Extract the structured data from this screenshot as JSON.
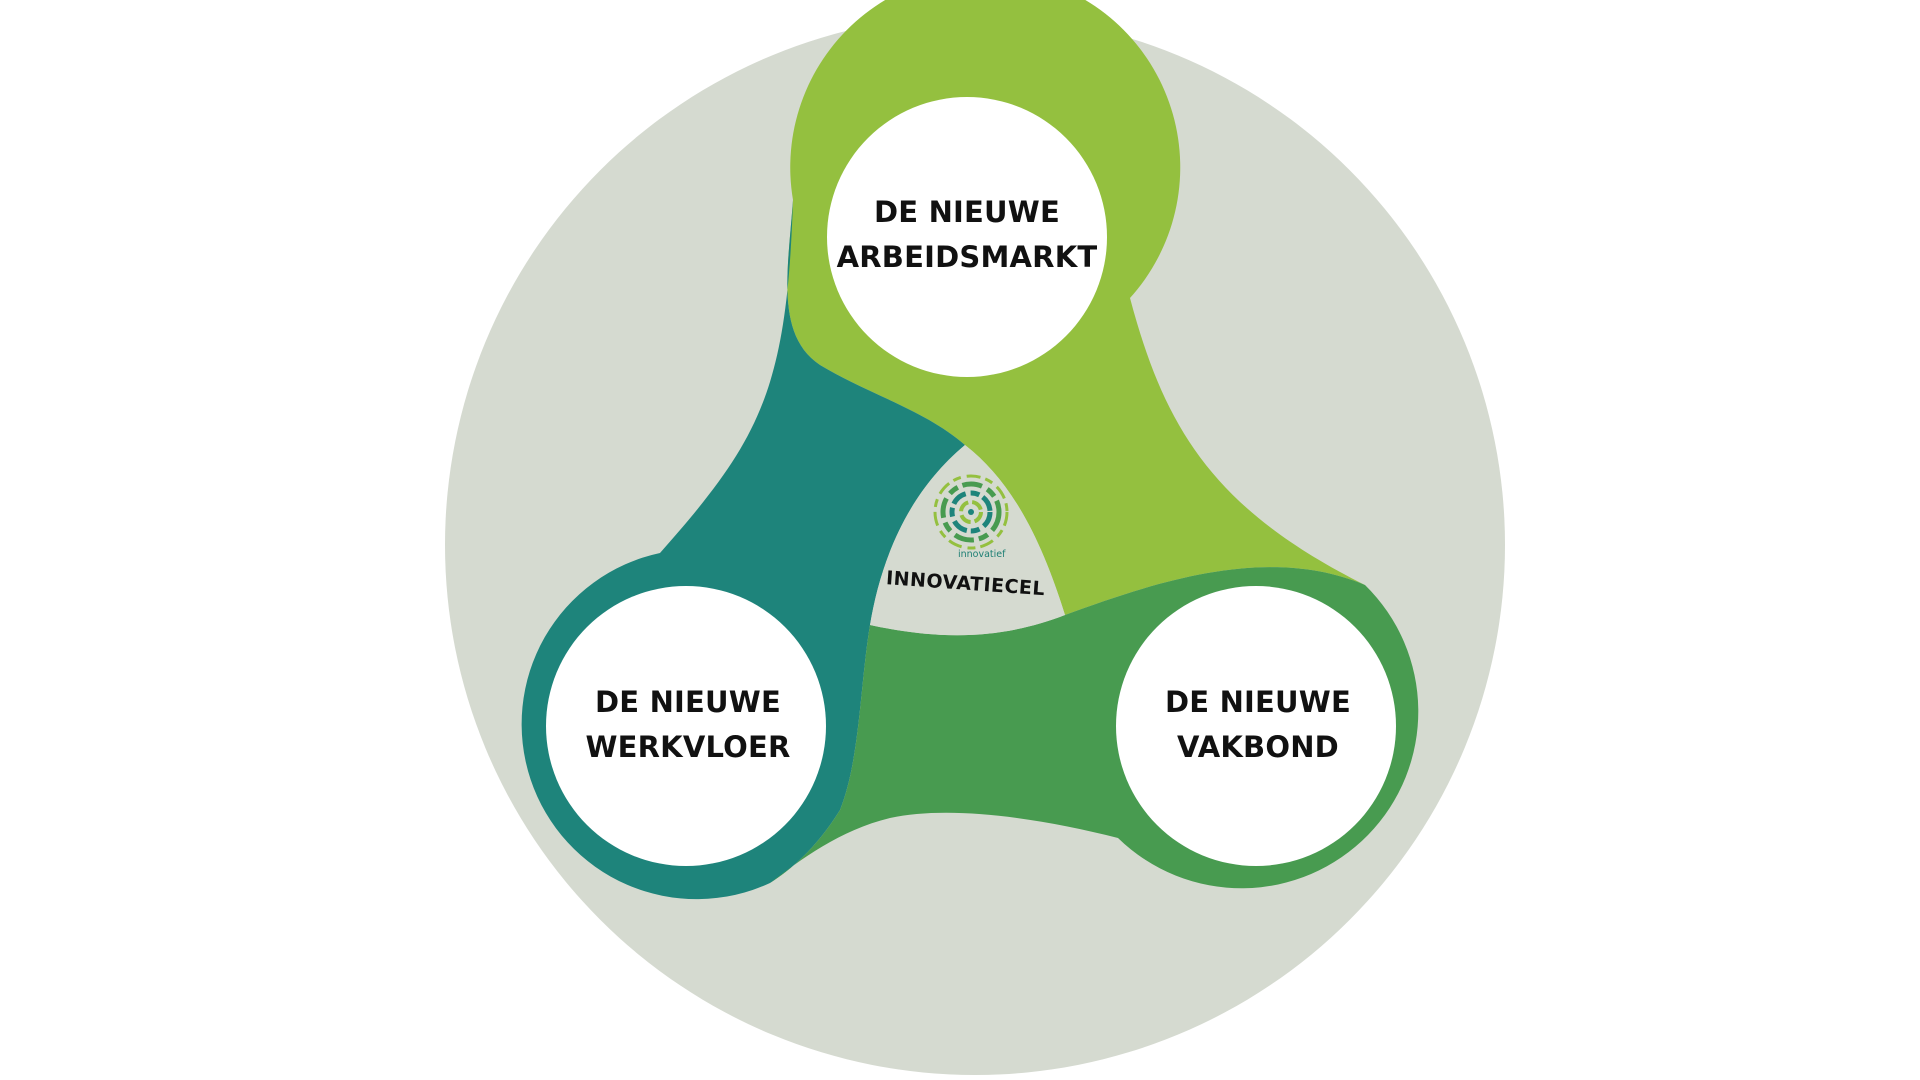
{
  "colors": {
    "background_circle": "#d5dad0",
    "teal": "#1e847b",
    "light_green": "#94c03f",
    "mid_green": "#489b50",
    "white": "#ffffff",
    "text": "#111111"
  },
  "nodes": {
    "top": {
      "line1": "DE NIEUWE",
      "line2": "ARBEIDSMARKT",
      "color": "#94c03f"
    },
    "left": {
      "line1": "DE NIEUWE",
      "line2": "WERKVLOER",
      "color": "#1e847b"
    },
    "right": {
      "line1": "DE NIEUWE",
      "line2": "VAKBOND",
      "color": "#489b50"
    }
  },
  "center": {
    "label": "INNOVATIECEL",
    "logo_text": "innovatief",
    "logo_icon": "innovatief-logo-icon"
  }
}
